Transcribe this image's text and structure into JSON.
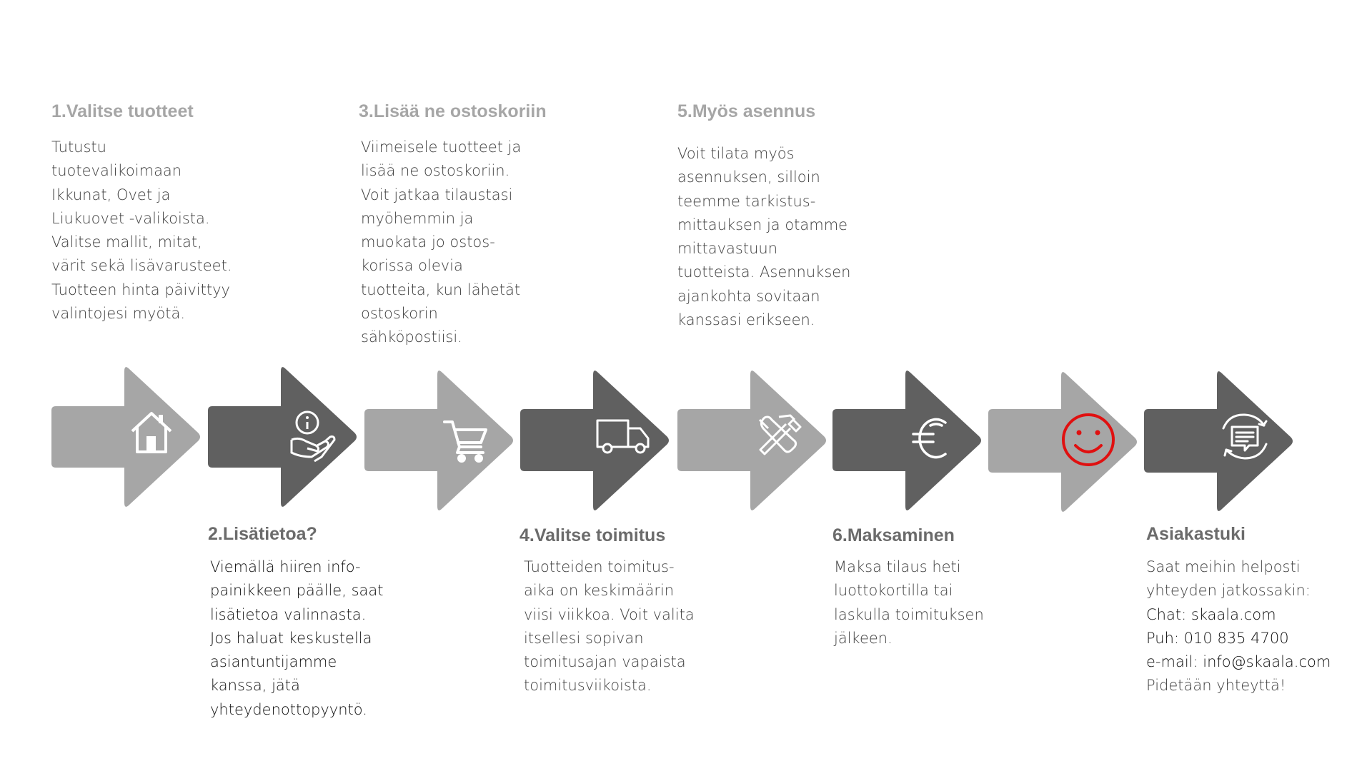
{
  "steps": [
    {
      "title": "1.Valitse tuotteet",
      "description": "Tutustu\ntuotevalikoimaan\nIkkunat, Ovet ja\nLiukuovet -valikoista.\nValitse mallit, mitat,\nvärit sekä lisävarusteet.\nTuotteen hinta päivittyy\nvalintojesi myötä."
    },
    {
      "title": "2.Lisätietoa?",
      "description": "Viemällä hiiren info-\npainikkeen päälle, saat\nlisätietoa valinnasta.\nJos haluat keskustella\nasiantuntijamme\nkanssa, jätä\nyhteydenottopyyntö."
    },
    {
      "title": "3.Lisää ne ostoskoriin",
      "description": "Viimeisele tuotteet ja\nlisää ne ostoskoriin.\nVoit jatkaa tilaustasi\nmyöhemmin ja\nmuokata jo ostos-\nkorissa olevia\ntuotteita, kun lähetät\nostoskorin\nsähköpostiisi."
    },
    {
      "title": "4.Valitse toimitus",
      "description": "Tuotteiden toimitus-\naika on keskimäärin\nviisi viikkoa. Voit valita\nitsellesi sopivan\ntoimitusajan vapaista\ntoimitusviikoista."
    },
    {
      "title": "5.Myös asennus",
      "description": "Voit tilata myös\nasennuksen, silloin\nteemme tarkistus-\nmittauksen ja otamme\nmittavastuun\ntuotteista. Asennuksen\najankohta sovitaan\nkanssasi erikseen."
    },
    {
      "title": "6.Maksaminen",
      "description": "Maksa tilaus heti\nluottokortilla tai\nlaskulla toimituksen\njälkeen."
    }
  ],
  "support": {
    "title": "Asiakastuki",
    "lines": [
      "Saat meihin helposti",
      "yhteyden jatkossakin:",
      "Chat: skaala.com",
      "Puh: 010 835 4700",
      "e-mail: info@skaala.com",
      "Pidetään yhteyttä!"
    ]
  },
  "arrows": [
    {
      "shade": "light",
      "icon": "house-icon"
    },
    {
      "shade": "dark",
      "icon": "info-hand-icon"
    },
    {
      "shade": "light",
      "icon": "shopping-cart-icon"
    },
    {
      "shade": "dark",
      "icon": "delivery-truck-icon"
    },
    {
      "shade": "light",
      "icon": "tools-icon"
    },
    {
      "shade": "dark",
      "icon": "euro-icon"
    },
    {
      "shade": "light",
      "icon": "smiley-icon"
    },
    {
      "shade": "dark",
      "icon": "chat-support-icon"
    }
  ],
  "colors": {
    "arrow_light": "#a6a6a6",
    "arrow_dark": "#606060",
    "icon": "#ffffff",
    "smiley": "#e01010",
    "title_light": "#a6a6a6",
    "title_dark": "#6b6b6b"
  }
}
